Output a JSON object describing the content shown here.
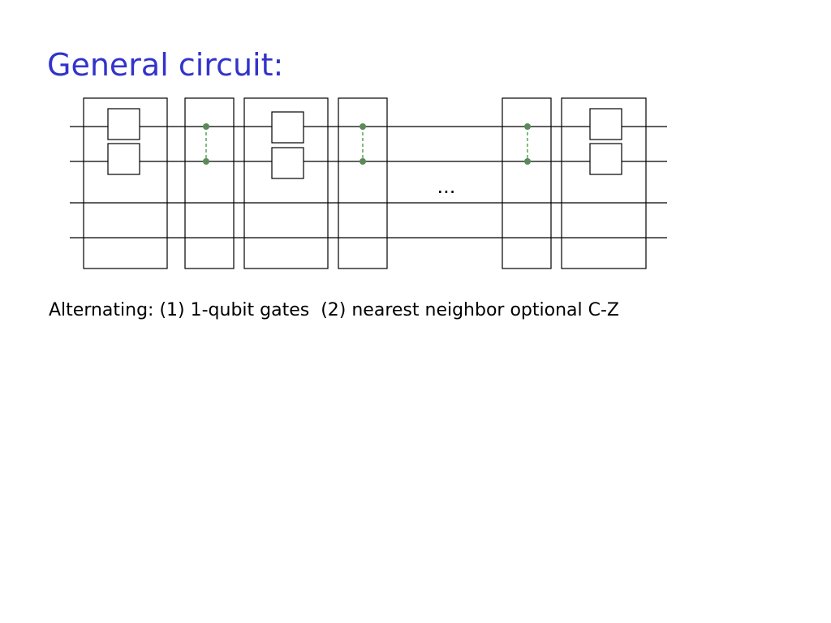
{
  "slide": {
    "title": "General circuit:",
    "caption": "Alternating: (1) 1-qubit gates  (2) nearest neighbor optional C-Z",
    "ellipsis": "..."
  },
  "colors": {
    "title": "#3333cc",
    "wire": "#000000",
    "control_dot": "#5a8a5a",
    "control_link": "#2e8b2e"
  },
  "circuit": {
    "wire_count": 4,
    "stages": [
      {
        "type": "single-qubit-layer",
        "gates_on_wires": [
          0,
          1
        ]
      },
      {
        "type": "cz-layer",
        "link_wires": [
          0,
          1
        ]
      },
      {
        "type": "single-qubit-layer",
        "gates_on_wires": [
          0,
          1
        ]
      },
      {
        "type": "cz-layer",
        "link_wires": [
          0,
          1
        ]
      },
      {
        "type": "ellipsis"
      },
      {
        "type": "cz-layer",
        "link_wires": [
          0,
          1
        ]
      },
      {
        "type": "single-qubit-layer",
        "gates_on_wires": [
          0,
          1
        ]
      }
    ]
  }
}
